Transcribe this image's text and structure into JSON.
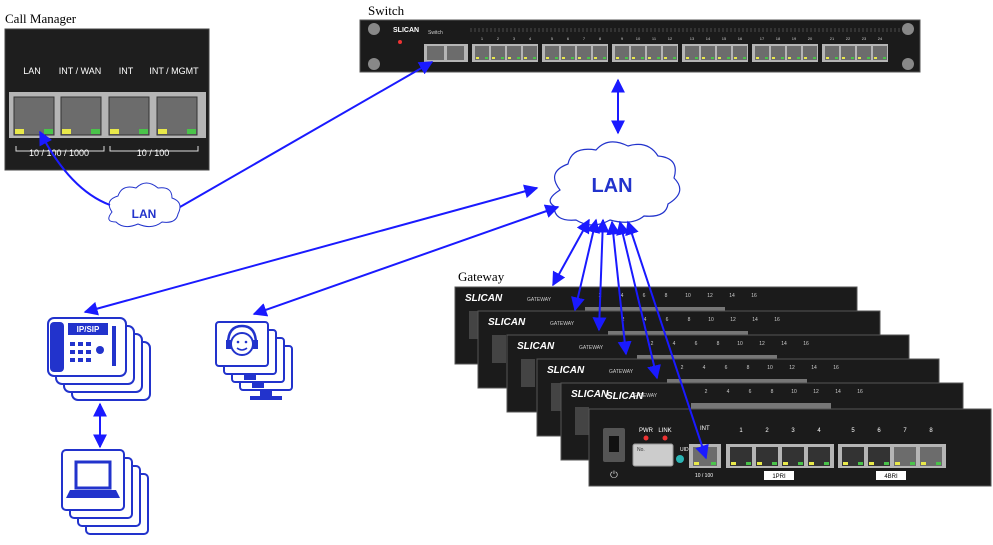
{
  "labels": {
    "call_manager": "Call Manager",
    "switch": "Switch",
    "gateway": "Gateway"
  },
  "call_manager": {
    "ports": [
      "LAN",
      "INT / WAN",
      "INT",
      "INT / MGMT"
    ],
    "speed_left": "10 / 100 / 1000",
    "speed_right": "10 / 100"
  },
  "clouds": {
    "small": "LAN",
    "big": "LAN"
  },
  "switch": {
    "brand": "SLICAN",
    "model": "Switch",
    "port_numbers": [
      "1",
      "2",
      "3",
      "4",
      "5",
      "6",
      "7",
      "8",
      "9",
      "10",
      "11",
      "12",
      "13",
      "14",
      "15",
      "16",
      "17",
      "18",
      "19",
      "20",
      "21",
      "22",
      "23",
      "24"
    ]
  },
  "phone": {
    "screen_label": "IP/SIP"
  },
  "gateway": {
    "brand": "SLICAN",
    "model": "GATEWAY",
    "pwr_label": "PWR",
    "link_label": "LINK",
    "int_label": "INT",
    "uid_label": "UID",
    "sd_label": "No.",
    "eth_speed": "10 / 100",
    "group_left": "1PRI",
    "group_right": "4BRI",
    "port_numbers": [
      "1",
      "2",
      "3",
      "4",
      "5",
      "6",
      "7",
      "8"
    ],
    "back_numbers": [
      "2",
      "4",
      "6",
      "8",
      "10",
      "12",
      "14",
      "16"
    ]
  },
  "colors": {
    "arrow": "#1a1aff",
    "panel": "#1c1c1c",
    "accent": "#2233cc"
  }
}
